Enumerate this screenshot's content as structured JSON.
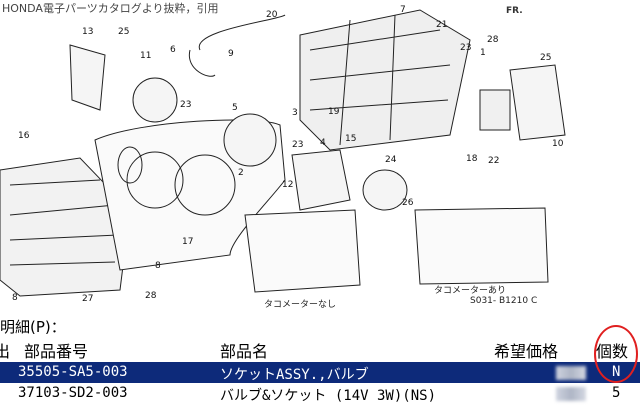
{
  "caption": "HONDA電子パーツカタログより抜粋，引用",
  "diagram": {
    "part_callouts": [
      "1",
      "2",
      "3",
      "4",
      "5",
      "6",
      "7",
      "8",
      "9",
      "10",
      "11",
      "12",
      "13",
      "15",
      "16",
      "17",
      "18",
      "19",
      "20",
      "21",
      "22",
      "23",
      "24",
      "25",
      "26",
      "27",
      "28"
    ],
    "label_without_tach": "タコメーターなし",
    "label_with_tach": "タコメーターあり",
    "diagram_code": "S031- B1210 C",
    "fr_marker": "FR."
  },
  "detail": {
    "title": "明細(P)：",
    "columns": {
      "out": "出",
      "part_number": "部品番号",
      "part_name": "部品名",
      "desired_price": "希望価格",
      "quantity": "個数"
    },
    "rows": [
      {
        "part_number": "35505-SA5-003",
        "part_name": "ソケットASSY.,バルブ",
        "quantity": "N",
        "selected": true
      },
      {
        "part_number": "37103-SD2-003",
        "part_name": "バルブ&ソケット (14V 3W)(NS)",
        "quantity": "5",
        "selected": false
      }
    ]
  },
  "colors": {
    "selection": "#0d2a7a",
    "highlight_ring": "#e02020"
  }
}
